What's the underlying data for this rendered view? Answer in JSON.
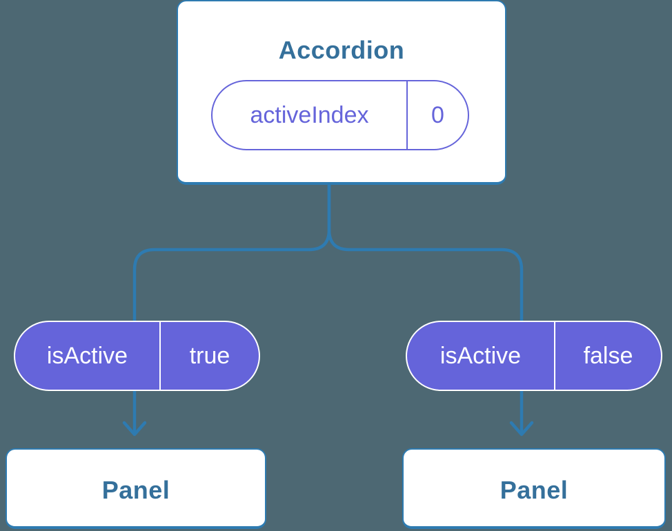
{
  "colors": {
    "background": "#4d6873",
    "stroke_blue": "#2e7bb1",
    "heading_blue": "#35709b",
    "purple": "#6564da",
    "white": "#ffffff"
  },
  "accordion_card": {
    "title": "Accordion",
    "state_pill": {
      "name": "activeIndex",
      "value": "0"
    }
  },
  "prop_pills": [
    {
      "name": "isActive",
      "value": "true"
    },
    {
      "name": "isActive",
      "value": "false"
    }
  ],
  "panels": [
    {
      "title": "Panel"
    },
    {
      "title": "Panel"
    }
  ]
}
